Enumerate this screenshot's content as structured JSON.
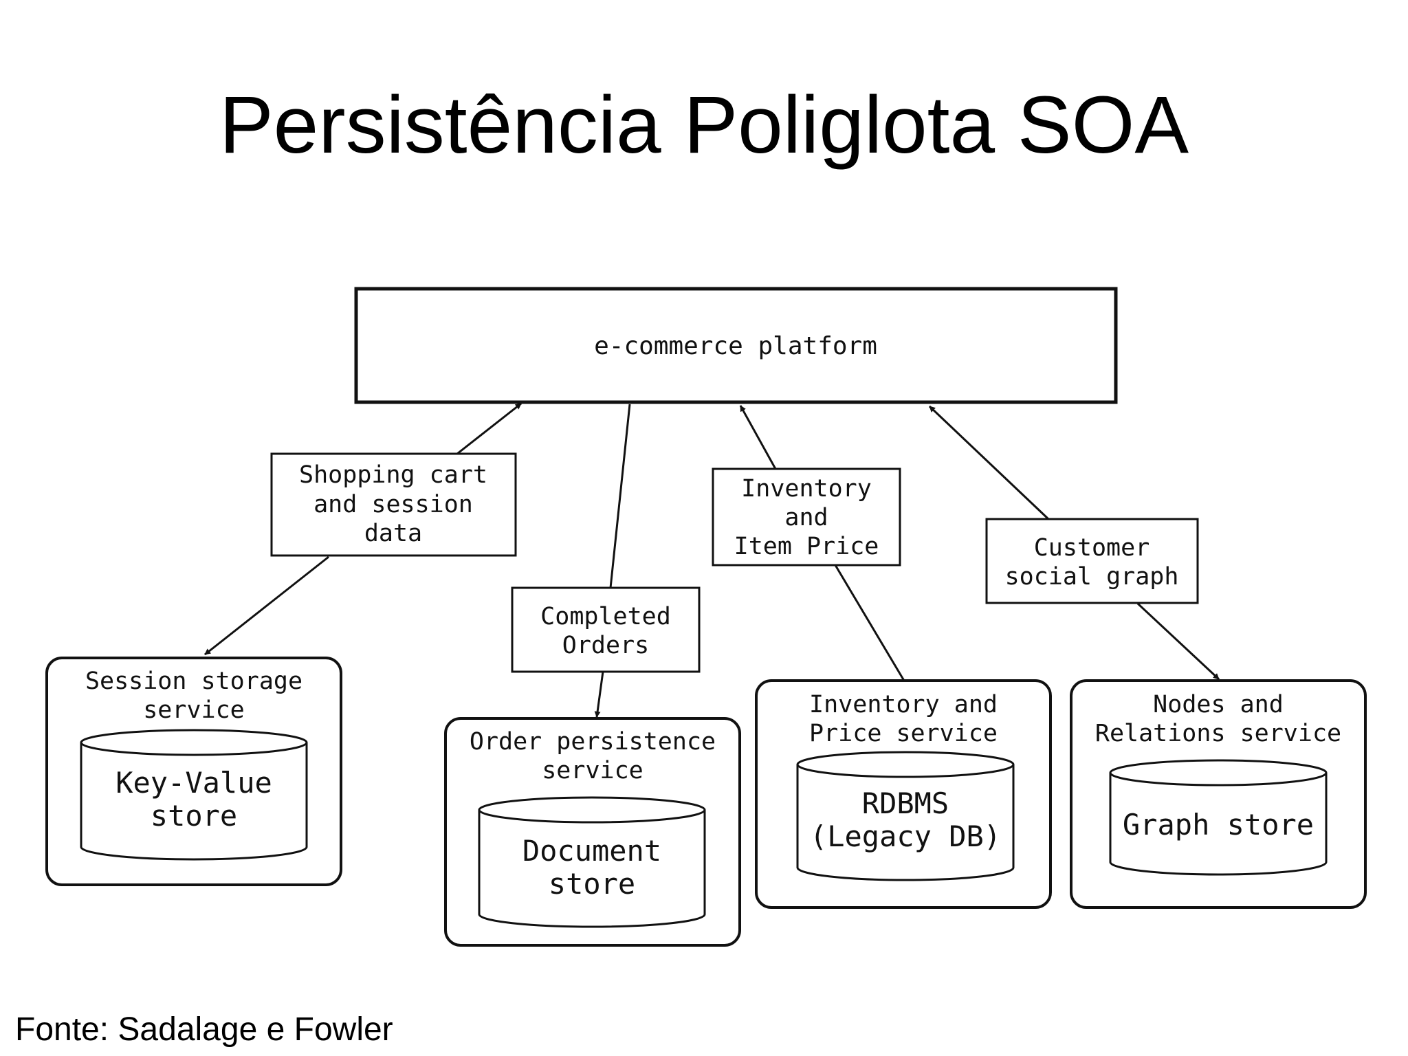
{
  "slide": {
    "title": "Persistência Poliglota SOA",
    "source": "Fonte: Sadalage e Fowler"
  },
  "diagram": {
    "platform": {
      "label": "e-commerce platform"
    },
    "edge_labels": {
      "shopping": [
        "Shopping cart",
        "and session",
        "data"
      ],
      "orders": [
        "Completed",
        "Orders"
      ],
      "inventory": [
        "Inventory",
        "and",
        "Item Price"
      ],
      "social": [
        "Customer",
        "social graph"
      ]
    },
    "services": {
      "session": {
        "name": [
          "Session storage",
          "service"
        ],
        "store": [
          "Key-Value",
          "store"
        ]
      },
      "order": {
        "name": [
          "Order persistence",
          "service"
        ],
        "store": [
          "Document",
          "store"
        ]
      },
      "inventory": {
        "name": [
          "Inventory and",
          "Price service"
        ],
        "store": [
          "RDBMS",
          "(Legacy DB)"
        ]
      },
      "graph": {
        "name": [
          "Nodes and",
          "Relations service"
        ],
        "store": [
          "Graph store"
        ]
      }
    }
  }
}
